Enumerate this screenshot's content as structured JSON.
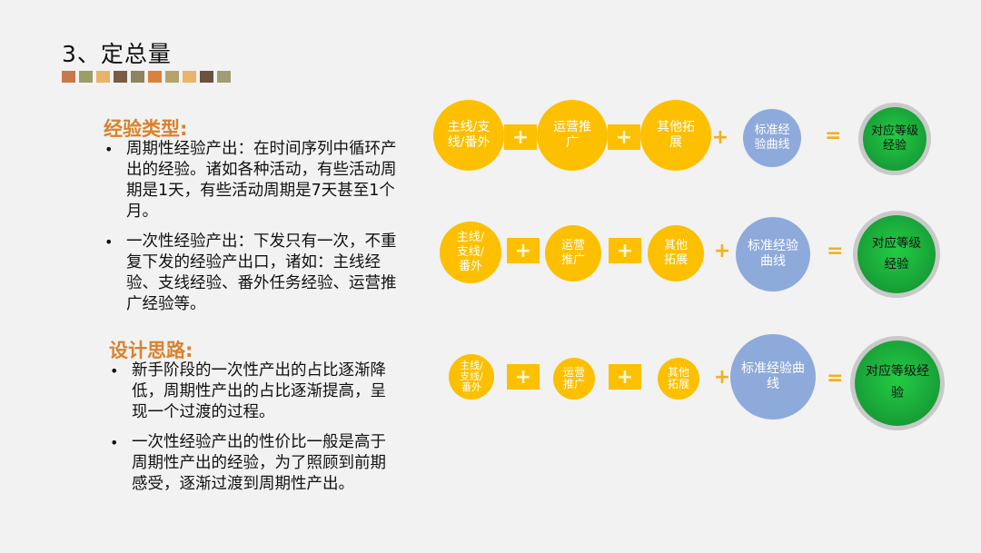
{
  "title": "3、定总量",
  "swatches": [
    "#c8794a",
    "#9d9d68",
    "#e8b46a",
    "#7a5b46",
    "#8e8460",
    "#d9823f",
    "#b5a36d",
    "#e9b46c",
    "#6b5140",
    "#a19d73"
  ],
  "section1": {
    "heading": "经验类型:",
    "bullets": [
      "周期性经验产出：在时间序列中循环产出的经验。诸如各种活动，有些活动周期是1天，有些活动周期是7天甚至1个月。",
      "一次性经验产出：下发只有一次，不重复下发的经验产出口，诸如：主线经验、支线经验、番外任务经验、运营推广经验等。"
    ]
  },
  "section2": {
    "heading": "设计思路:",
    "bullets": [
      "新手阶段的一次性产出的占比逐渐降低，周期性产出的占比逐渐提高，呈现一个过渡的过程。",
      "一次性经验产出的性价比一般是高于周期性产出的经验，为了照顾到前期感受，逐渐过渡到周期性产出。"
    ]
  },
  "formula": {
    "plus": "+",
    "equals": "=",
    "row1": {
      "c1": "主线/支线/番外",
      "c2": "运营推广",
      "c3": "其他拓展",
      "c4": "标准经验曲线",
      "result": "对应等级经验"
    },
    "row2": {
      "c1": "主线/支线/番外",
      "c2": "运营推广",
      "c3": "其他拓展",
      "c4": "标准经验曲线",
      "result": "对应等级经验"
    },
    "row3": {
      "c1": "主线/支线/番外",
      "c2": "运营推广",
      "c3": "其他拓展",
      "c4": "标准经验曲线",
      "result": "对应等级经验"
    }
  }
}
